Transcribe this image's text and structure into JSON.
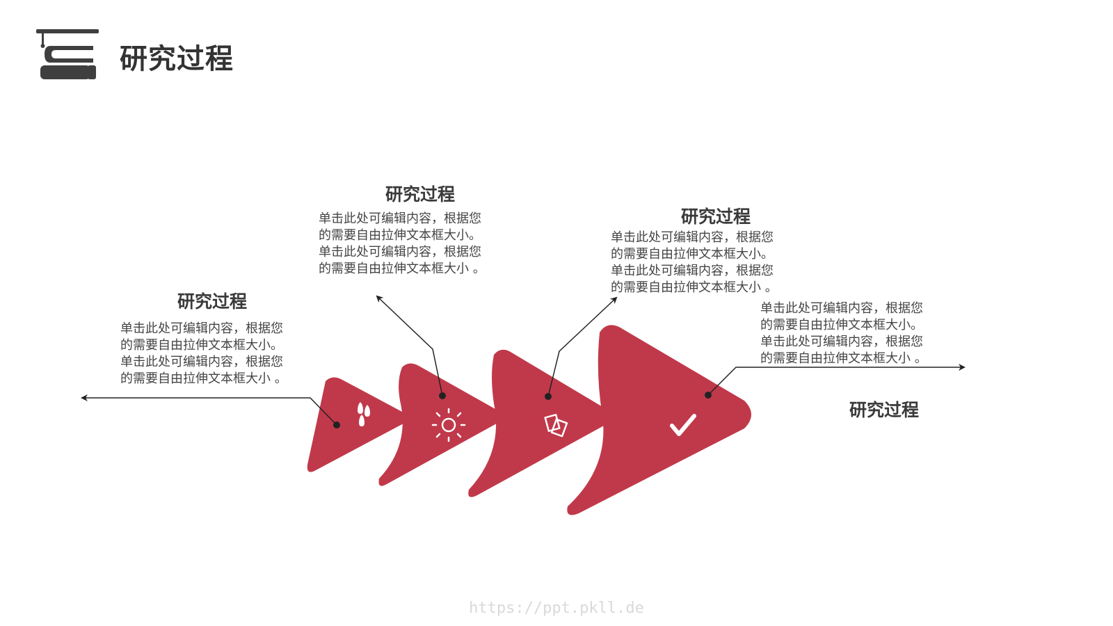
{
  "page": {
    "title": "研究过程",
    "header_icon": "stacked-books-icon",
    "watermark": "https://ppt.pkll.de"
  },
  "colors": {
    "accent": "#c0394a",
    "text": "#3a3a3a",
    "icon_dark": "#3f3f3f",
    "watermark": "#d9d9d9"
  },
  "steps": [
    {
      "title": "研究过程",
      "desc": "单击此处可编辑内容，根据您\n的需要自由拉伸文本框大小。\n单击此处可编辑内容，根据您\n的需要自由拉伸文本框大小 。",
      "icon": "water-drops-icon"
    },
    {
      "title": "研究过程",
      "desc": "单击此处可编辑内容，根据您\n的需要自由拉伸文本框大小。\n单击此处可编辑内容，根据您\n的需要自由拉伸文本框大小 。",
      "icon": "sun-icon"
    },
    {
      "title": "研究过程",
      "desc": "单击此处可编辑内容，根据您\n的需要自由拉伸文本框大小。\n单击此处可编辑内容，根据您\n的需要自由拉伸文本框大小 。",
      "icon": "cards-icon"
    },
    {
      "title": "研究过程",
      "desc": "单击此处可编辑内容，根据您\n的需要自由拉伸文本框大小。\n单击此处可编辑内容，根据您\n的需要自由拉伸文本框大小 。",
      "icon": "checkmark-icon"
    }
  ]
}
